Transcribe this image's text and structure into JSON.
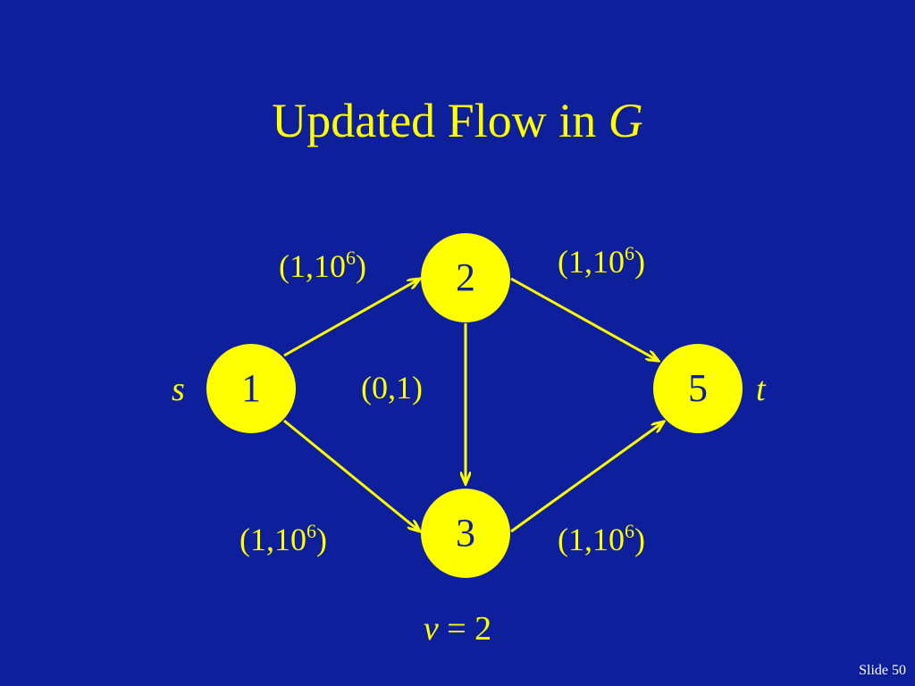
{
  "title": {
    "text": "Updated Flow in ",
    "italic": "G"
  },
  "nodes": [
    {
      "id": "1",
      "label": "1",
      "side_label": "s"
    },
    {
      "id": "2",
      "label": "2"
    },
    {
      "id": "3",
      "label": "3"
    },
    {
      "id": "5",
      "label": "5",
      "side_label": "t"
    }
  ],
  "edges": [
    {
      "from": "1",
      "to": "2",
      "flow": "1",
      "capacity": "10",
      "exponent": "6"
    },
    {
      "from": "2",
      "to": "5",
      "flow": "1",
      "capacity": "10",
      "exponent": "6"
    },
    {
      "from": "2",
      "to": "3",
      "flow": "0",
      "capacity": "1",
      "exponent": ""
    },
    {
      "from": "1",
      "to": "3",
      "flow": "1",
      "capacity": "10",
      "exponent": "6"
    },
    {
      "from": "3",
      "to": "5",
      "flow": "1",
      "capacity": "10",
      "exponent": "6"
    }
  ],
  "flow_value": {
    "variable": "v",
    "equals": " = 2"
  },
  "slide_number": "Slide 50",
  "colors": {
    "background": "#0d1f9a",
    "accent": "#ffff00",
    "node_fill": "#ffff00",
    "node_text": "#0d1f9a"
  }
}
